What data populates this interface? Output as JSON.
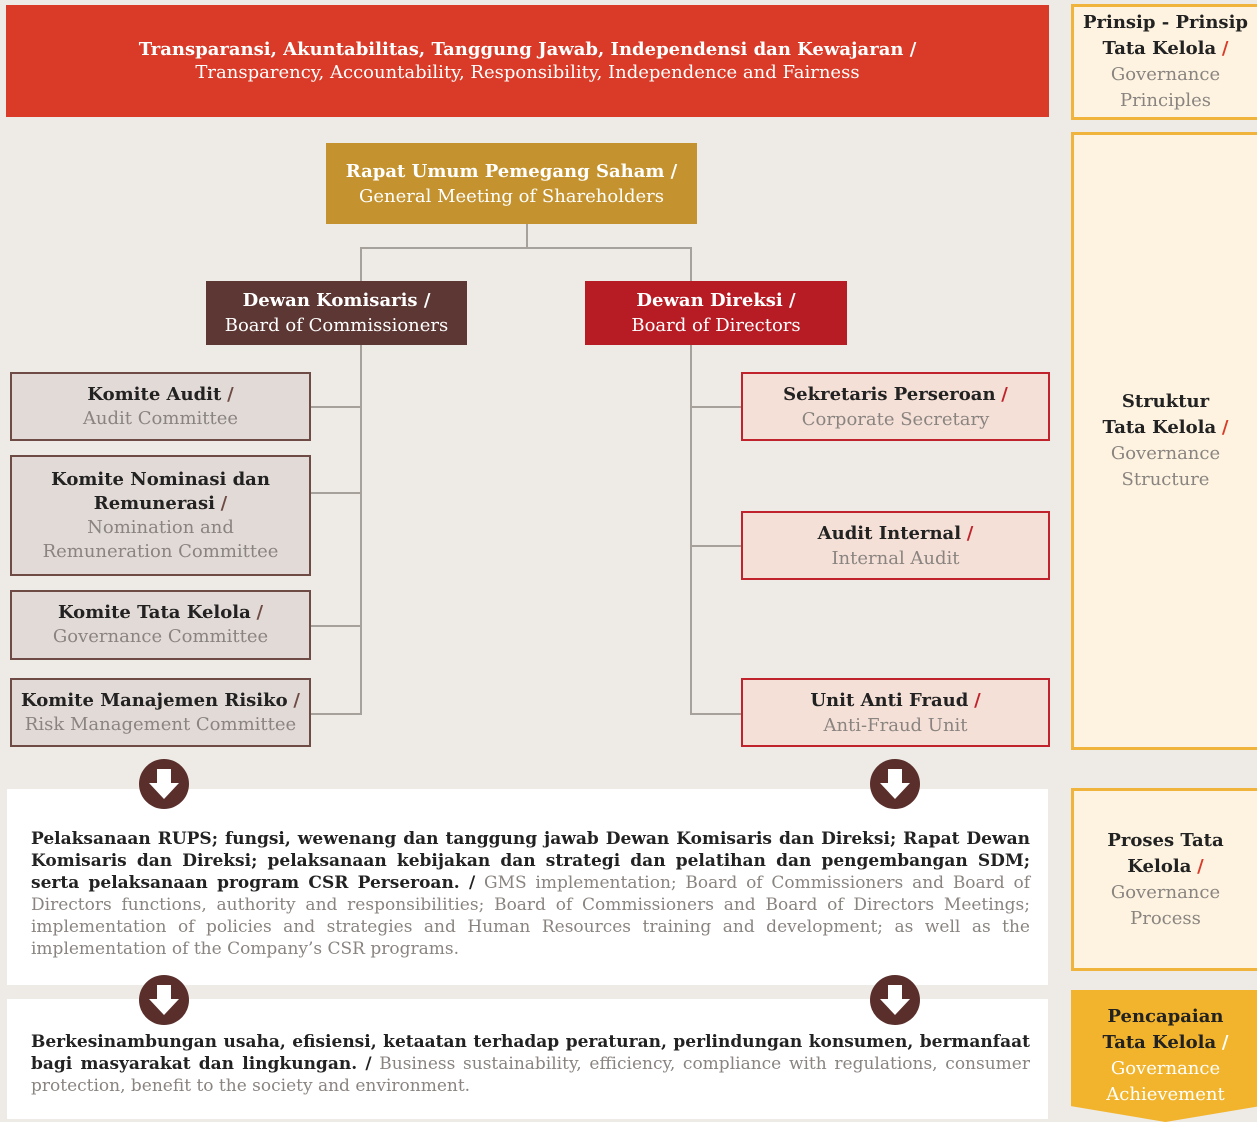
{
  "principles": {
    "title": "Transparansi, Akuntabilitas, Tanggung Jawab, Independensi dan Kewajaran /",
    "subtitle": "Transparency, Accountability, Responsibility, Independence and Fairness"
  },
  "side": {
    "principles": {
      "title_line1": "Prinsip - Prinsip",
      "title_line2": "Tata Kelola",
      "slash": "/",
      "sub_line1": "Governance",
      "sub_line2": "Principles"
    },
    "structure": {
      "title_line1": "Struktur",
      "title_line2": "Tata Kelola",
      "slash": "/",
      "sub_line1": "Governance",
      "sub_line2": "Structure"
    },
    "process": {
      "title_line1": "Proses Tata",
      "title_line2": "Kelola",
      "slash": "/",
      "sub_line1": "Governance",
      "sub_line2": "Process"
    },
    "achievement": {
      "title_line1": "Pencapaian",
      "title_line2": "Tata Kelola",
      "slash": "/",
      "sub_line1": "Governance",
      "sub_line2": "Achievement"
    }
  },
  "gms": {
    "title": "Rapat Umum Pemegang Saham /",
    "subtitle": "General Meeting of Shareholders"
  },
  "boc": {
    "title": "Dewan Komisaris /",
    "subtitle": "Board of Commissioners"
  },
  "bod": {
    "title": "Dewan Direksi /",
    "subtitle": "Board of Directors"
  },
  "committees": [
    {
      "id_line1": "Komite Audit",
      "id_line2": "",
      "slash": "/",
      "en_line1": "Audit Committee",
      "en_line2": ""
    },
    {
      "id_line1": "Komite Nominasi  dan",
      "id_line2": "Remunerasi",
      "slash": "/",
      "en_line1": "Nomination and",
      "en_line2": "Remuneration Committee"
    },
    {
      "id_line1": "Komite Tata Kelola",
      "id_line2": "",
      "slash": "/",
      "en_line1": "Governance Committee",
      "en_line2": ""
    },
    {
      "id_line1": "Komite Manajemen Risiko",
      "id_line2": "",
      "slash": "/",
      "en_line1": "Risk Management Committee",
      "en_line2": ""
    }
  ],
  "units": [
    {
      "id": "Sekretaris Perseroan",
      "slash": "/",
      "en": "Corporate Secretary"
    },
    {
      "id": "Audit Internal",
      "slash": "/",
      "en": "Internal Audit"
    },
    {
      "id": "Unit Anti Fraud",
      "slash": "/",
      "en": "Anti-Fraud Unit"
    }
  ],
  "process": {
    "bold": "Pelaksanaan RUPS;  fungsi, wewenang dan tanggung jawab Dewan Komisaris dan Direksi; Rapat Dewan Komisaris dan Direksi; pelaksanaan kebijakan dan strategi dan pelatihan dan pengembangan SDM; serta pelaksanaan program CSR Perseroan. /",
    "normal": "GMS implementation; Board of Commissioners and Board of Directors functions, authority and responsibilities; Board of Commissioners and Board of Directors Meetings; implementation of policies and strategies and Human Resources training and development; as well as the implementation of the Company’s CSR programs."
  },
  "achievement": {
    "bold": "Berkesinambungan usaha, efisiensi,  ketaatan terhadap peraturan, perlindungan konsumen, bermanfaat bagi masyarakat dan lingkungan. /",
    "normal": "Business sustainability, efficiency, compliance with regulations, consumer protection, benefit to the society and environment."
  },
  "colors": {
    "principles_bg": "#d93b28",
    "gms_bg": "#c4932f",
    "boc_bg": "#5c3733",
    "bod_bg": "#b71c24",
    "side_border": "#f0b43c",
    "achievement_bg": "#f2b42c",
    "arrow": "#5a2f2b"
  },
  "icons": {
    "arrow": "down-arrow-circle-icon"
  }
}
